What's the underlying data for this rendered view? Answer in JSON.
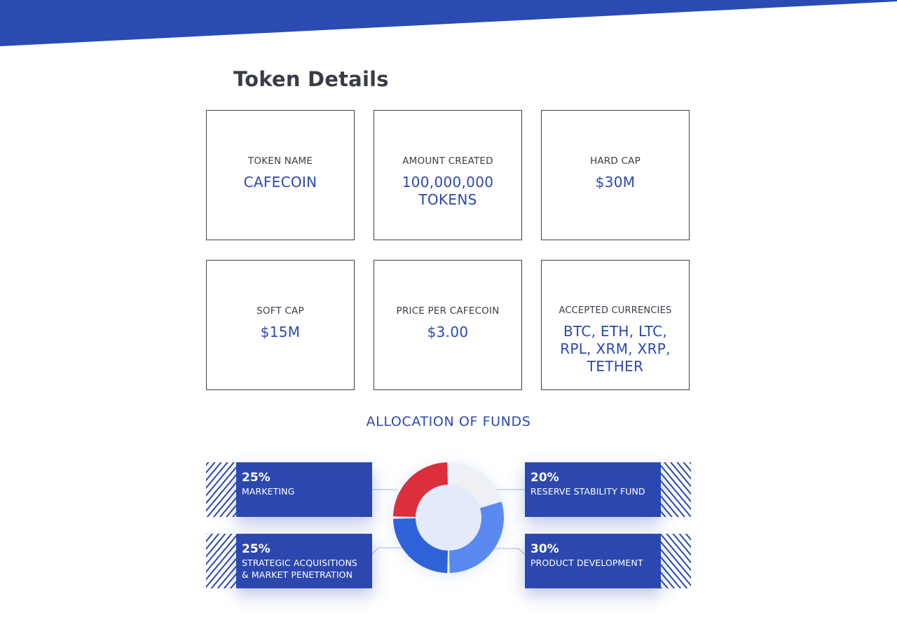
{
  "section": {
    "title": "Token Details"
  },
  "cards": [
    {
      "label": "TOKEN NAME",
      "value": "CAFECOIN"
    },
    {
      "label": "AMOUNT CREATED",
      "value": "100,000,000 TOKENS"
    },
    {
      "label": "HARD CAP",
      "value": "$30M"
    },
    {
      "label": "SOFT CAP",
      "value": "$15M"
    },
    {
      "label": "PRICE PER CAFECOIN",
      "value": "$3.00"
    },
    {
      "label": "ACCEPTED CURRENCIES",
      "value": "BTC, ETH, LTC, RPL, XRM, XRP, TETHER"
    }
  ],
  "allocation": {
    "title": "ALLOCATION OF FUNDS",
    "items": [
      {
        "percent": "25%",
        "label": "MARKETING",
        "share": 25,
        "color": "#db2f3b"
      },
      {
        "percent": "20%",
        "label": "RESERVE STABILITY FUND",
        "share": 20,
        "color": "#eef0f6"
      },
      {
        "percent": "25%",
        "label": "STRATEGIC ACQUISITIONS",
        "label2": "& MARKET PENETRATION",
        "share": 25,
        "color": "#2f62d8"
      },
      {
        "percent": "30%",
        "label": "PRODUCT DEVELOPMENT",
        "share": 30,
        "color": "#5a8af0"
      }
    ]
  },
  "theme": {
    "brand_blue": "#2c48b0",
    "banner_blue": "#2a4bb2"
  }
}
